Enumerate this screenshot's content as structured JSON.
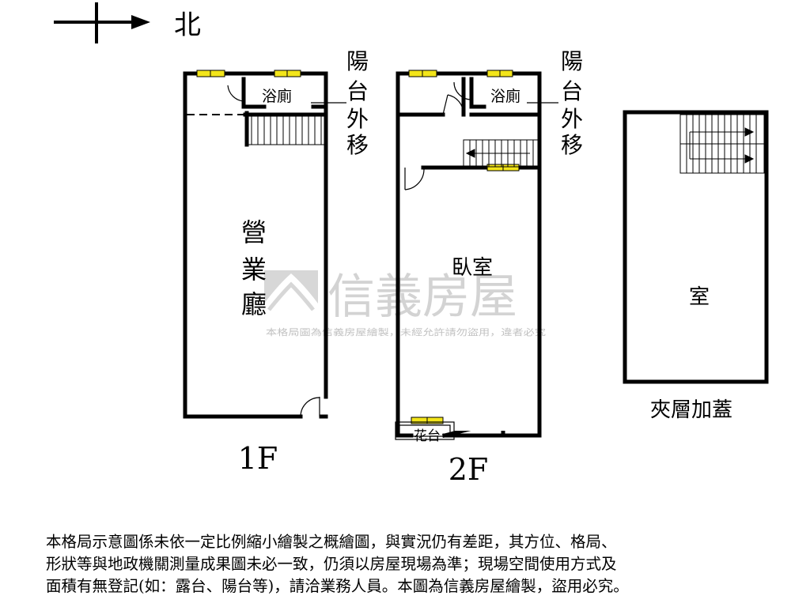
{
  "compass": {
    "north_label": "北"
  },
  "floors": {
    "first": {
      "label": "1F",
      "hall_chars": [
        "營",
        "業",
        "廳"
      ],
      "bathroom": "浴廁",
      "balcony_chars": [
        "陽",
        "台",
        "外",
        "移"
      ]
    },
    "second": {
      "label": "2F",
      "bedroom": "臥室",
      "bathroom": "浴廁",
      "planter": "花台",
      "balcony_chars": [
        "陽",
        "台",
        "外",
        "移"
      ]
    },
    "mezzanine": {
      "label": "夾層加蓋",
      "room": "室"
    }
  },
  "watermark": {
    "brand": "信義房屋",
    "subtext": "本格局圖為信義房屋繪製，未經允許請勿盜用，違者必究"
  },
  "disclaimer": {
    "lines": [
      "本格局示意圖係未依一定比例縮小繪製之概繪圖，與實況仍有差距，其方位、格局、",
      "形狀等與地政機關測量成果圖未必一致，仍須以房屋現場為準；現場空間使用方式及",
      "面積有無登記(如：露台、陽台等)，請洽業務人員。本圖為信義房屋繪製，盜用必究。"
    ]
  },
  "colors": {
    "wall": "#000000",
    "window_fill": "#f3e51a",
    "watermark": "#cfcfcf"
  }
}
